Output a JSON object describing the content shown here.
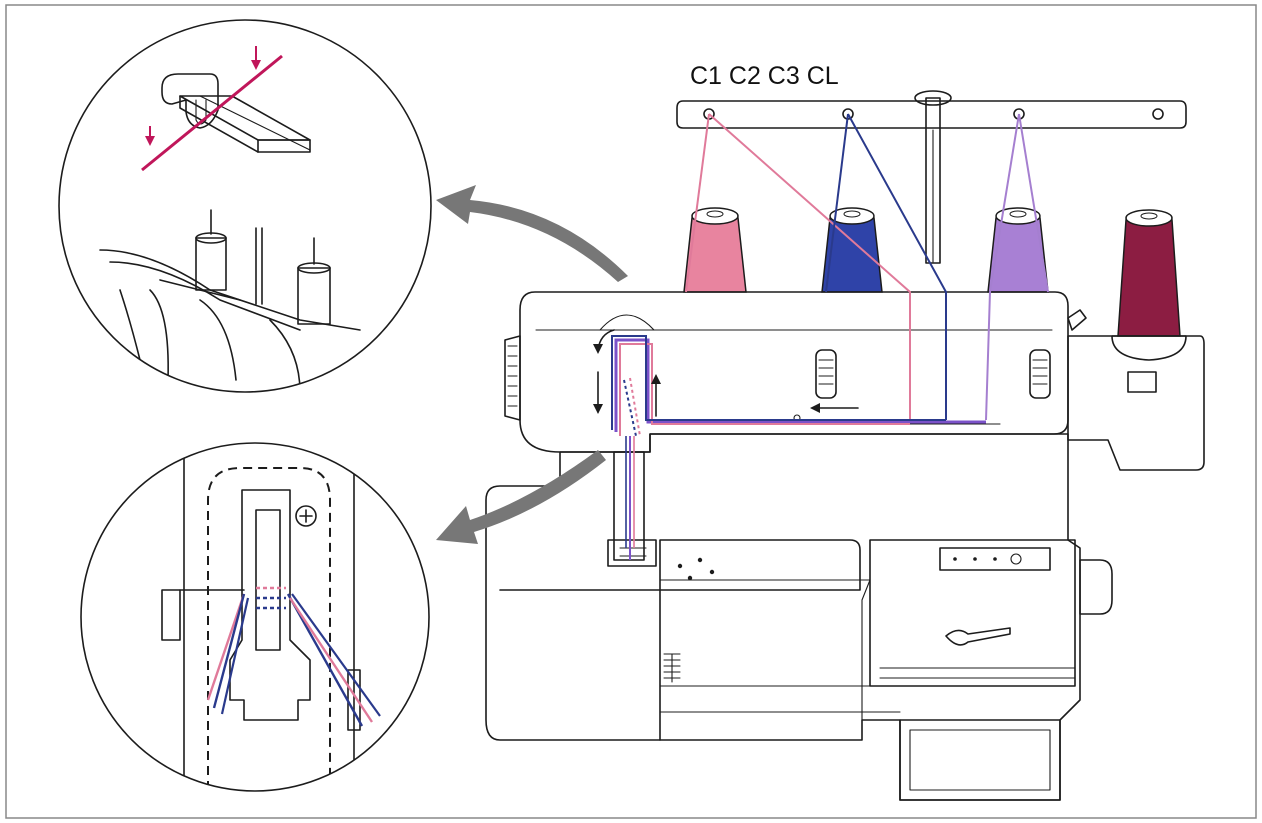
{
  "labels": {
    "thread_guides": "C1 C2 C3 CL"
  },
  "icons": {
    "zoom_arrow": "curved-gray-arrow",
    "direction_arrow": "small-black-arrow"
  },
  "colors": {
    "c1_thread": "#e07a9a",
    "c2_thread": "#2a3a8c",
    "c3_thread": "#a57fd0",
    "cl_thread": "#8a1a3e",
    "combined_thread": "#7b52c9",
    "detail_line": "#c0165a",
    "zoom_arrow": "#777777",
    "frame": "#888888"
  },
  "spools": [
    {
      "guide": "C1",
      "color": "#e8849f",
      "shade": "#c85f7e"
    },
    {
      "guide": "C2",
      "color": "#2f43a8",
      "shade": "#1f2f80"
    },
    {
      "guide": "C3",
      "color": "#a880d4",
      "shade": "#8760b8"
    },
    {
      "guide": "CL",
      "color": "#8c1d42",
      "shade": "#6b1030"
    }
  ]
}
